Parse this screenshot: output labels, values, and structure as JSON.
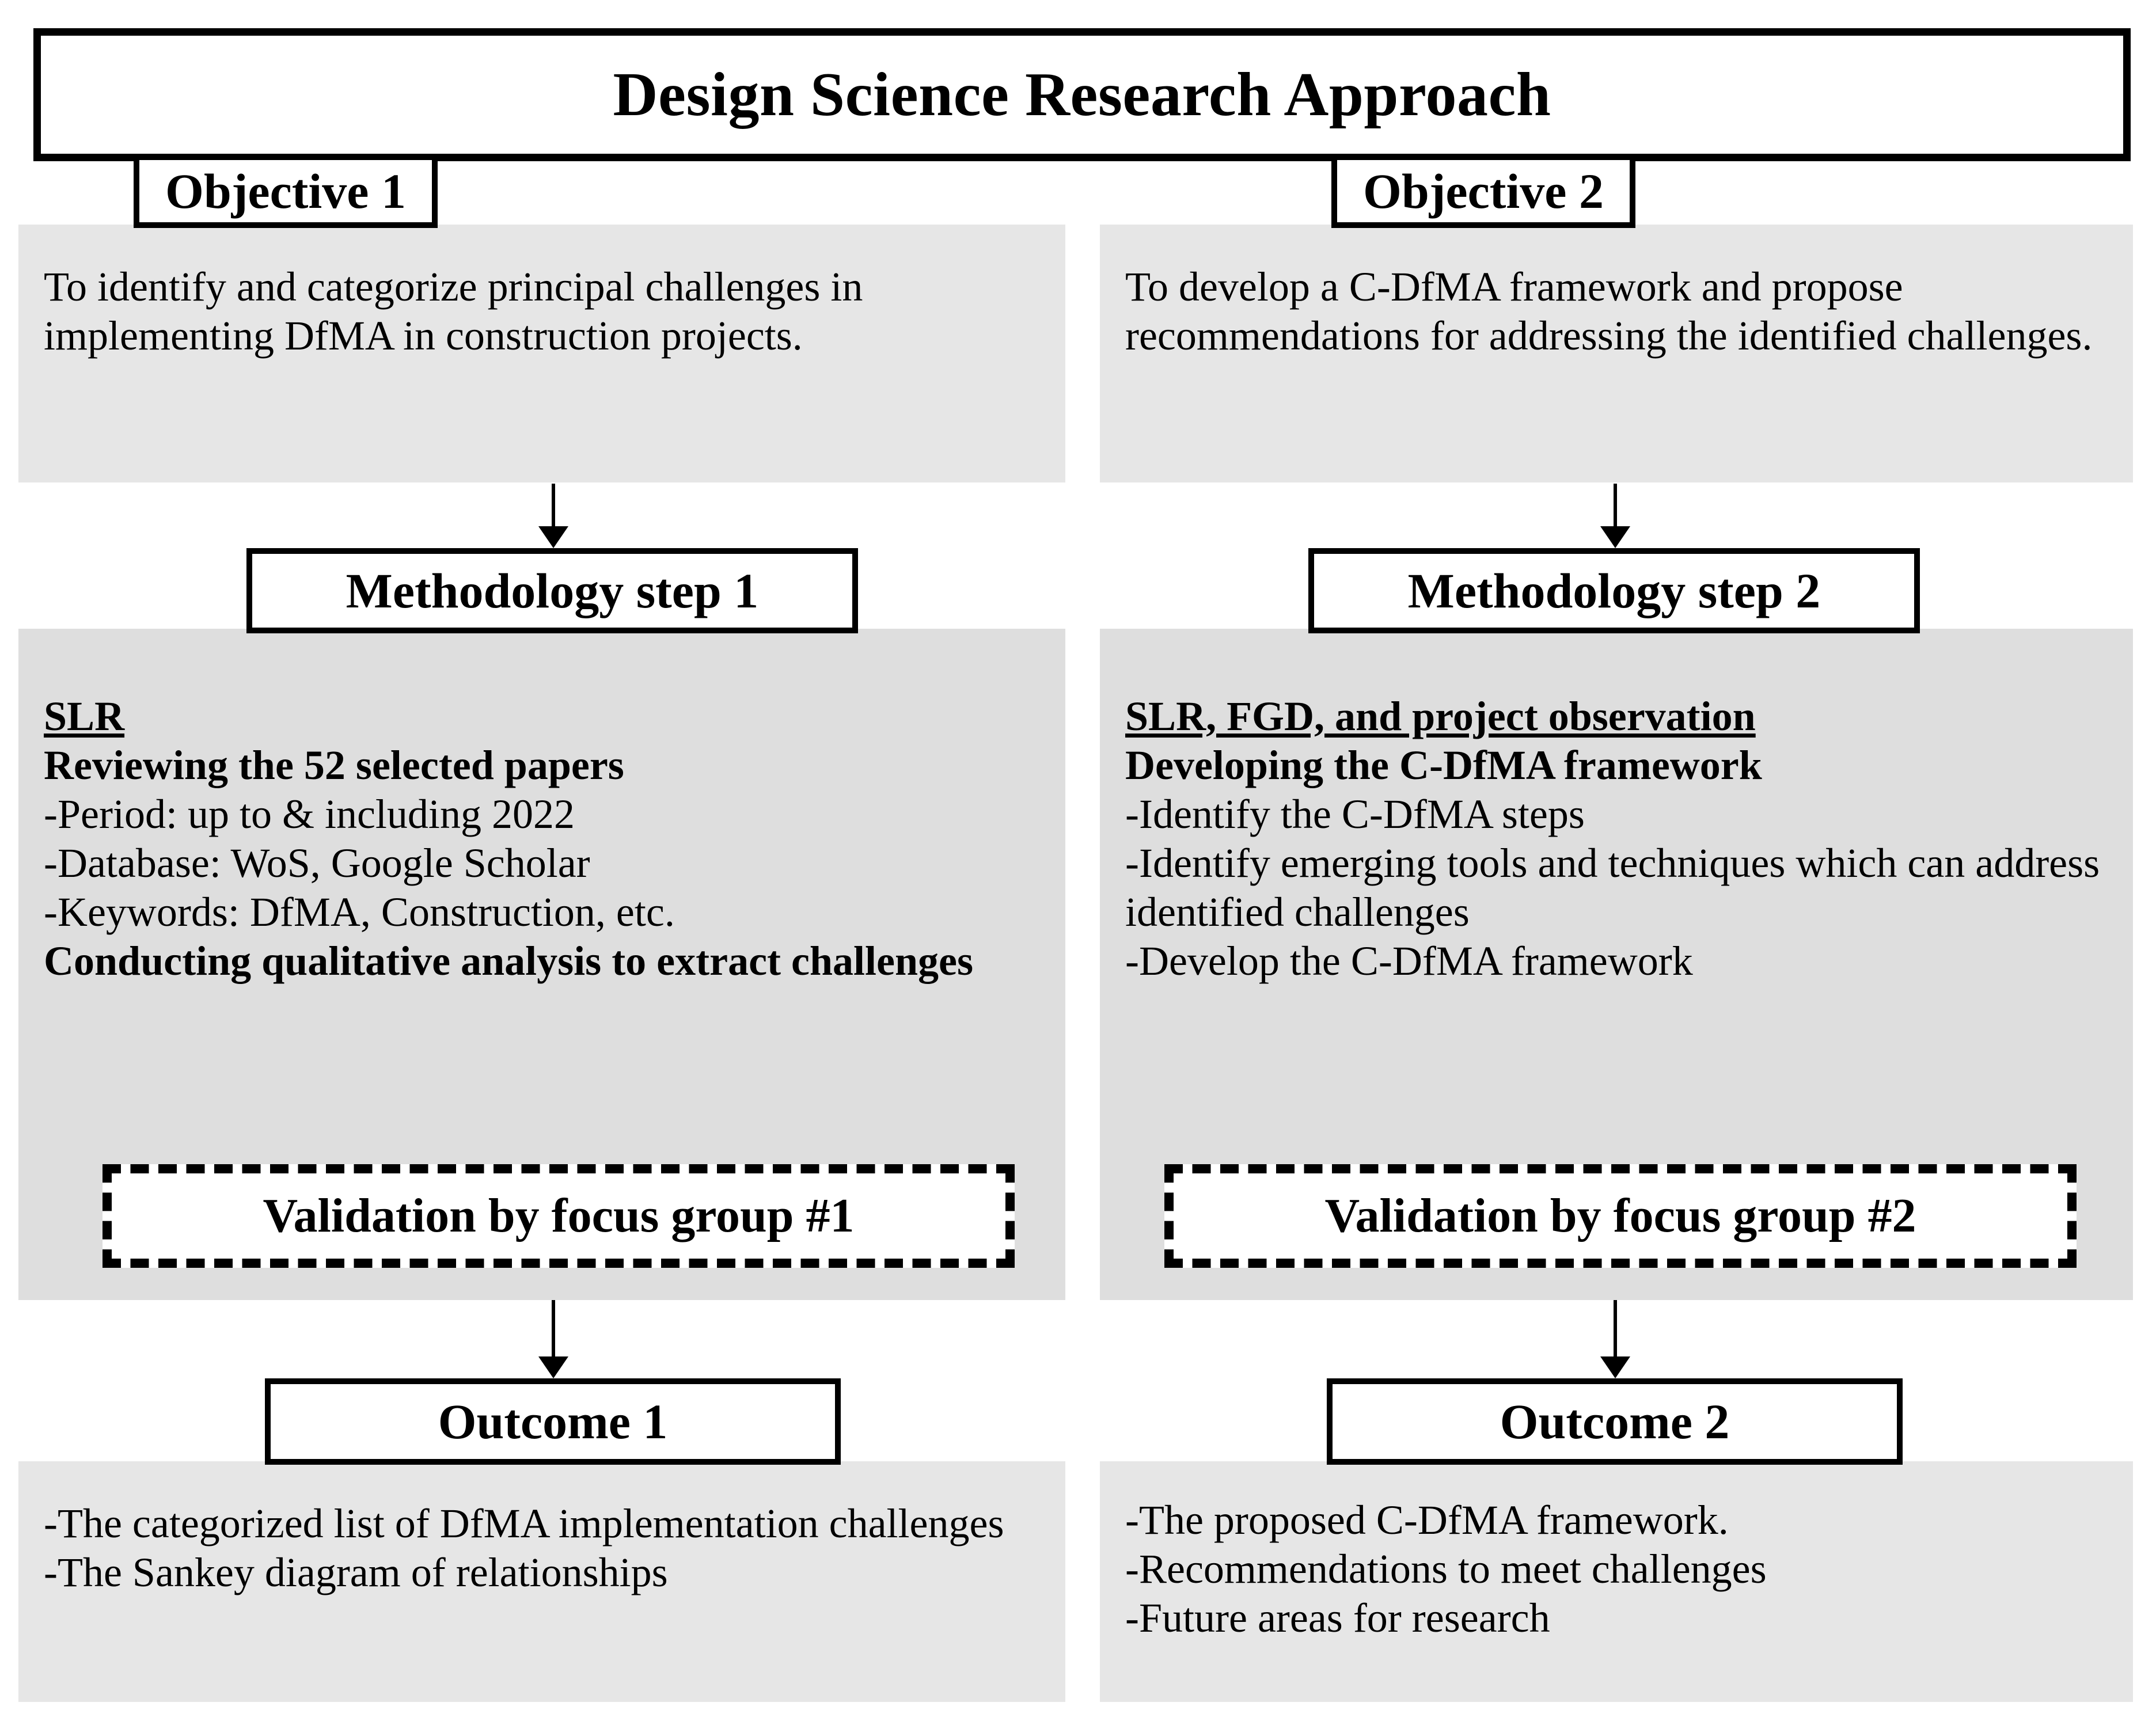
{
  "header": {
    "title": "Design Science Research Approach"
  },
  "colors": {
    "panel_gray": "#dedede",
    "panel_gray_light": "#e6e6e6",
    "border": "#000000",
    "background": "#ffffff"
  },
  "columns": [
    {
      "objective": {
        "label": "Objective 1",
        "body": "To identify and categorize principal challenges in implementing DfMA in construction projects."
      },
      "methodology": {
        "label": "Methodology step 1",
        "lines": [
          {
            "text": "SLR",
            "style": "underline-bold"
          },
          {
            "text": "Reviewing the 52 selected papers",
            "style": "bold"
          },
          {
            "text": "-Period: up to & including 2022",
            "style": "normal"
          },
          {
            "text": "-Database: WoS, Google Scholar",
            "style": "normal"
          },
          {
            "text": "-Keywords: DfMA, Construction, etc.",
            "style": "normal"
          },
          {
            "text": "Conducting qualitative analysis to extract challenges",
            "style": "bold"
          }
        ],
        "validation": "Validation by focus group #1"
      },
      "outcome": {
        "label": "Outcome 1",
        "lines": [
          "-The categorized list of DfMA implementation challenges",
          "-The Sankey diagram of relationships"
        ]
      }
    },
    {
      "objective": {
        "label": "Objective 2",
        "body": "To develop a C-DfMA framework and propose recommendations for addressing the identified challenges."
      },
      "methodology": {
        "label": "Methodology step 2",
        "lines": [
          {
            "text": "SLR, FGD, and project observation",
            "style": "underline-bold"
          },
          {
            "text": "Developing the C-DfMA framework",
            "style": "bold"
          },
          {
            "text": "-Identify the C-DfMA steps",
            "style": "normal"
          },
          {
            "text": "-Identify emerging tools and techniques which can address identified challenges",
            "style": "normal"
          },
          {
            "text": "-Develop the C-DfMA framework",
            "style": "normal"
          }
        ],
        "validation": "Validation by focus group #2"
      },
      "outcome": {
        "label": "Outcome 2",
        "lines": [
          "-The proposed C-DfMA framework.",
          "-Recommendations to meet challenges",
          "-Future areas for research"
        ]
      }
    }
  ]
}
